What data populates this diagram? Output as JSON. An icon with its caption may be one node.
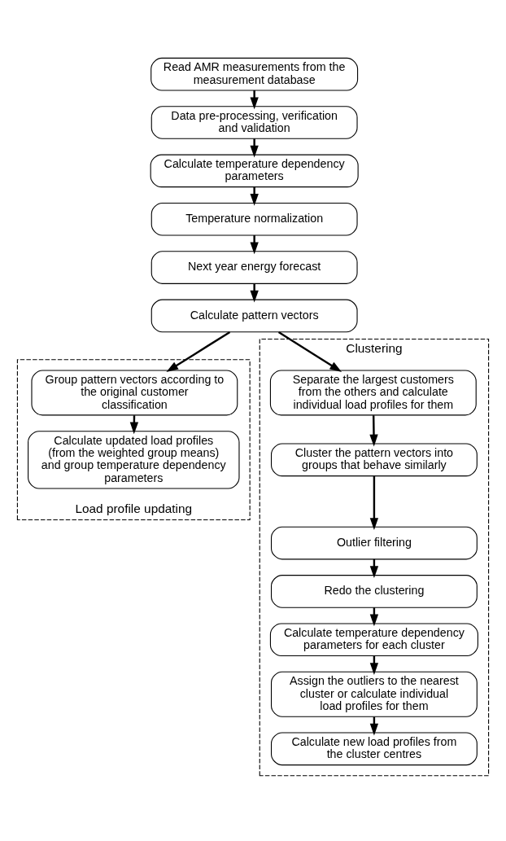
{
  "diagram": {
    "nodes": [
      {
        "text": [
          "Read AMR measurements from the measurement database"
        ]
      },
      {
        "text": [
          "Data pre-processing, verification and validation"
        ]
      },
      {
        "text": [
          "Calculate temperature dependency parameters"
        ]
      },
      {
        "text": [
          "Temperature normalization"
        ]
      },
      {
        "text": [
          "Next year energy forecast"
        ]
      },
      {
        "text": [
          "Calculate pattern vectors"
        ]
      },
      {
        "text": [
          "Load profile updating"
        ]
      },
      {
        "text": [
          "Group pattern vectors according to the original customer classification"
        ],
        "in": 6
      },
      {
        "text": [
          "Calculate updated load profiles (from the weighted group means) and group temperature dependency parameters"
        ],
        "in": 6
      },
      {
        "text": [
          "Clustering"
        ]
      },
      {
        "text": [
          "Separate the largest customers from the others and calculate individual load profiles for them"
        ],
        "in": 9
      },
      {
        "text": [
          "Cluster the pattern vectors into groups that behave similarly"
        ],
        "in": 9
      },
      {
        "text": [
          "Outlier filtering"
        ],
        "in": 9
      },
      {
        "text": [
          "Redo the clustering"
        ],
        "in": 9
      },
      {
        "text": [
          "Calculate temperature dependency parameters for each cluster"
        ],
        "in": 9
      },
      {
        "text": [
          "Assign the outliers to the nearest cluster or calculate individual load profiles for them"
        ],
        "in": 9
      },
      {
        "text": [
          "Calculate new load profiles from the cluster centres"
        ],
        "in": 9
      }
    ],
    "edges": [
      {
        "from": 0,
        "to": 1,
        "arrow": "to"
      },
      {
        "from": 1,
        "to": 2,
        "arrow": "to"
      },
      {
        "from": 2,
        "to": 3,
        "arrow": "to"
      },
      {
        "from": 3,
        "to": 4,
        "arrow": "to"
      },
      {
        "from": 4,
        "to": 5,
        "arrow": "to"
      },
      {
        "from": 5,
        "to": 7,
        "arrow": "to"
      },
      {
        "from": 5,
        "to": 10,
        "arrow": "to"
      },
      {
        "from": 7,
        "to": 8,
        "arrow": "to"
      },
      {
        "from": 10,
        "to": 11,
        "arrow": "to"
      },
      {
        "from": 11,
        "to": 12,
        "arrow": "to"
      },
      {
        "from": 12,
        "to": 13,
        "arrow": "to"
      },
      {
        "from": 13,
        "to": 14,
        "arrow": "to"
      },
      {
        "from": 14,
        "to": 15,
        "arrow": "to"
      },
      {
        "from": 15,
        "to": 16,
        "arrow": "to"
      }
    ]
  }
}
